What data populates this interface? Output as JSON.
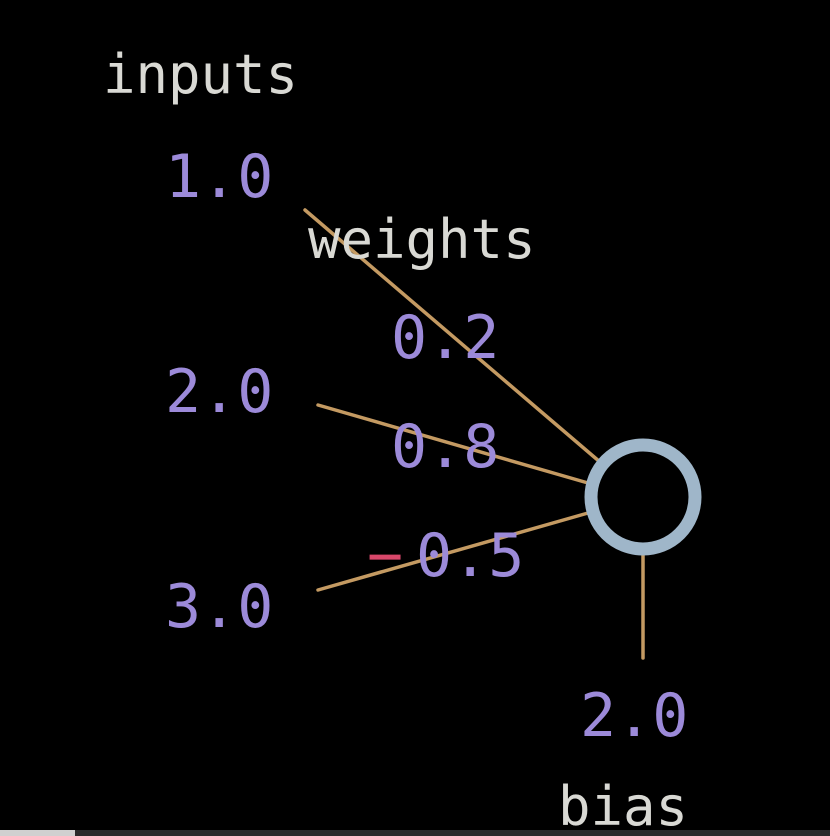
{
  "labels": {
    "inputs": "inputs",
    "weights": "weights",
    "bias": "bias"
  },
  "inputs": [
    "1.0",
    "2.0",
    "3.0"
  ],
  "weights": [
    "0.2",
    "0.8",
    "0.5"
  ],
  "weight_sign": "−",
  "bias_value": "2.0",
  "colors": {
    "background": "#000000",
    "label_text": "#d9d9d4",
    "value_text": "#9c8ad9",
    "negative_sign": "#d9476a",
    "edges": "#c49a62",
    "neuron_ring": "#9fb6c9"
  },
  "playback": {
    "progress_fraction": 0.09
  }
}
